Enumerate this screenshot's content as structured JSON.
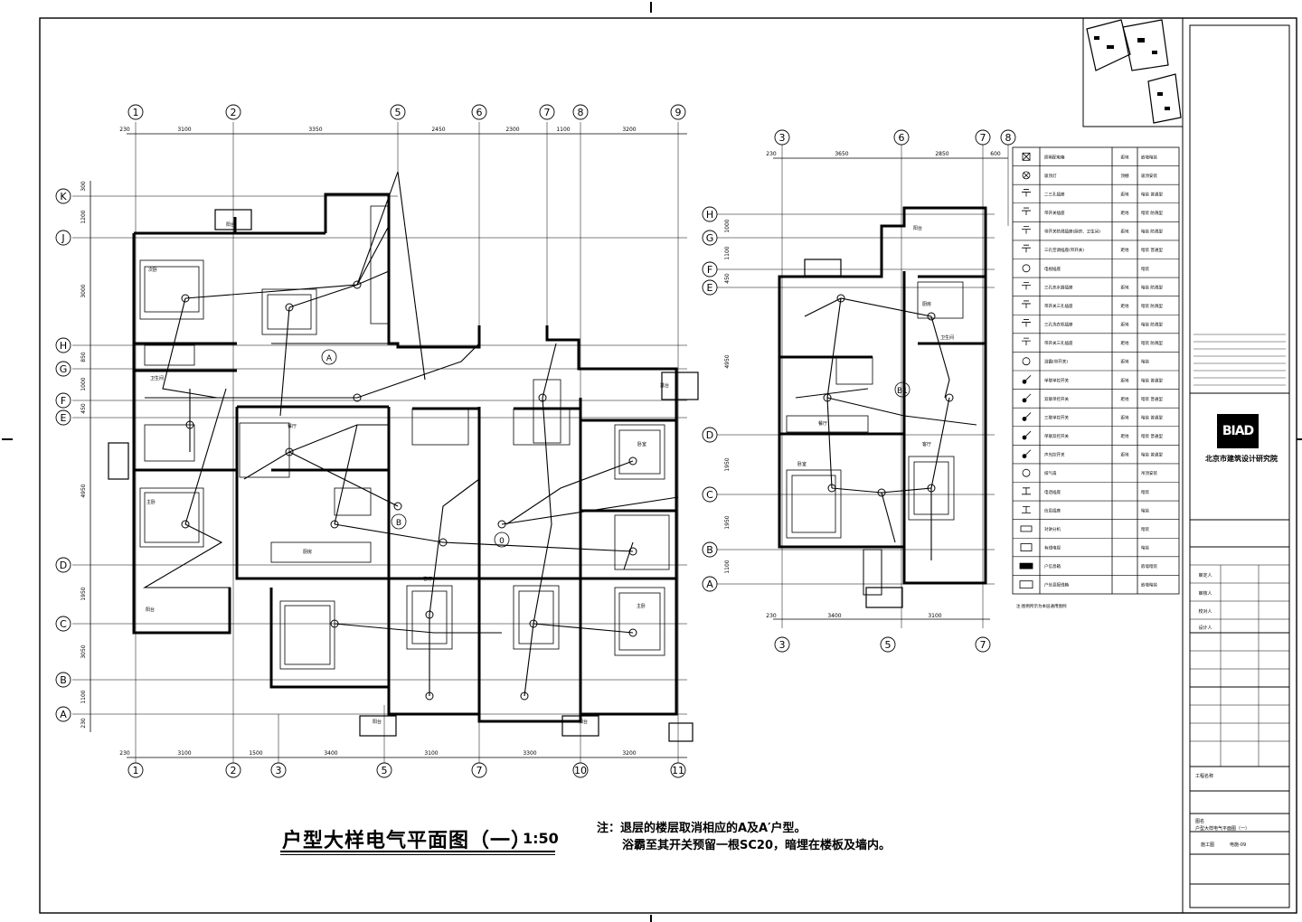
{
  "drawing": {
    "title": "户型大样电气平面图（一）",
    "scale": "1:50",
    "note_line1": "注：退层的楼层取消相应的A及A′户型。",
    "note_line2": "浴霸至其开关预留一根SC20，暗埋在楼板及墙内。"
  },
  "plan_left": {
    "axes_top": [
      "1",
      "2",
      "5",
      "6",
      "7",
      "8",
      "9"
    ],
    "axes_bottom": [
      "1",
      "2",
      "3",
      "5",
      "7",
      "10",
      "11"
    ],
    "axes_left": [
      "K",
      "J",
      "H",
      "G",
      "F",
      "E",
      "D",
      "C",
      "B",
      "A"
    ],
    "dims_top": [
      "230",
      "3100",
      "3350",
      "2450",
      "2300",
      "1100",
      "3200"
    ],
    "dims_bottom": [
      "230",
      "3100",
      "1500",
      "3400",
      "3100",
      "3300",
      "3200"
    ],
    "dims_left": [
      "300",
      "1200",
      "3000",
      "850",
      "1000",
      "450",
      "4950",
      "1950",
      "3050",
      "1100",
      "230"
    ],
    "unit_tags": [
      "A",
      "B",
      "0"
    ],
    "room_labels": [
      "阳台",
      "阳台",
      "餐厅",
      "卫生间",
      "主卧",
      "次卧",
      "客厅",
      "厨房",
      "阳台",
      "卧室",
      "主卧",
      "阳台",
      "露台"
    ]
  },
  "plan_right": {
    "axes_top": [
      "3",
      "6",
      "7",
      "8"
    ],
    "axes_bottom": [
      "3",
      "5",
      "7"
    ],
    "axes_left": [
      "H",
      "G",
      "F",
      "E",
      "D",
      "C",
      "B",
      "A"
    ],
    "dims_top": [
      "230",
      "3650",
      "2850",
      "600"
    ],
    "dims_bottom": [
      "230",
      "3400",
      "3100"
    ],
    "dims_left": [
      "1000",
      "1100",
      "450",
      "4950",
      "1950",
      "1950",
      "1100"
    ],
    "unit_tag": "B1",
    "room_labels": [
      "阳台",
      "厨房",
      "卫生间",
      "客厅",
      "卧室",
      "餐厅"
    ]
  },
  "legend": {
    "rows": [
      {
        "symbol": "box-x",
        "name": "照明配电箱",
        "spec": "距地",
        "note": "嵌墙暗装"
      },
      {
        "symbol": "circle-x",
        "name": "吸顶灯",
        "spec": "顶棚",
        "note": "吸顶安装"
      },
      {
        "symbol": "socket",
        "name": "二三孔插座",
        "spec": "距地",
        "note": "暗装 普通型"
      },
      {
        "symbol": "socket",
        "name": "带开关插座",
        "spec": "距地",
        "note": "暗装 防溅型"
      },
      {
        "symbol": "socket",
        "name": "带开关防溅插座(厨房、卫生间)",
        "spec": "距地",
        "note": "暗装 防溅型"
      },
      {
        "symbol": "socket",
        "name": "三孔空调插座(带开关)",
        "spec": "距地",
        "note": "暗装 普通型"
      },
      {
        "symbol": "circle-tv",
        "name": "电视插座",
        "spec": "",
        "note": "暗装"
      },
      {
        "symbol": "socket",
        "name": "三孔热水器插座",
        "spec": "距地",
        "note": "暗装 防溅型"
      },
      {
        "symbol": "socket",
        "name": "带开关三孔插座",
        "spec": "距地",
        "note": "暗装 防溅型"
      },
      {
        "symbol": "socket",
        "name": "三孔洗衣机插座",
        "spec": "距地",
        "note": "暗装 防溅型"
      },
      {
        "symbol": "socket",
        "name": "带开关三孔插座",
        "spec": "距地",
        "note": "暗装 防溅型"
      },
      {
        "symbol": "circle-r",
        "name": "浴霸(带开关)",
        "spec": "距地",
        "note": "暗装"
      },
      {
        "symbol": "switch",
        "name": "单联单控开关",
        "spec": "距地",
        "note": "暗装 普通型"
      },
      {
        "symbol": "switch",
        "name": "双联单控开关",
        "spec": "距地",
        "note": "暗装 普通型"
      },
      {
        "symbol": "switch",
        "name": "三联单控开关",
        "spec": "距地",
        "note": "暗装 普通型"
      },
      {
        "symbol": "switch",
        "name": "单联双控开关",
        "spec": "距地",
        "note": "暗装 普通型"
      },
      {
        "symbol": "switch",
        "name": "声光控开关",
        "spec": "距地",
        "note": "暗装 普通型"
      },
      {
        "symbol": "circle",
        "name": "排气扇",
        "spec": "",
        "note": "吊顶安装"
      },
      {
        "symbol": "phone",
        "name": "电话插座",
        "spec": "",
        "note": "暗装"
      },
      {
        "symbol": "phone",
        "name": "信息插座",
        "spec": "",
        "note": "暗装"
      },
      {
        "symbol": "rect",
        "name": "对讲分机",
        "spec": "",
        "note": "暗装"
      },
      {
        "symbol": "tv-box",
        "name": "有线电视",
        "spec": "",
        "note": "暗装"
      },
      {
        "symbol": "filled-rect",
        "name": "户信息箱",
        "spec": "",
        "note": "嵌墙暗装"
      },
      {
        "symbol": "rect-text",
        "name": "户信息配线箱",
        "spec": "",
        "note": "嵌墙暗装"
      }
    ],
    "footer": "注:图例所示为本层通用图例"
  },
  "title_block": {
    "logo": "BIAD",
    "institute": "北京市建筑设计研究院",
    "approved_label": "审定人",
    "reviewed_label": "审核人",
    "checked_label": "校对人",
    "designed_label": "设计人",
    "project_label": "工程名称",
    "drawing_label": "图名",
    "drawing_name": "户型大样电气平面图（一）",
    "stage": "施工图",
    "drawing_no": "电施-09"
  },
  "colors": {
    "line": "#000000",
    "paper": "#ffffff"
  }
}
